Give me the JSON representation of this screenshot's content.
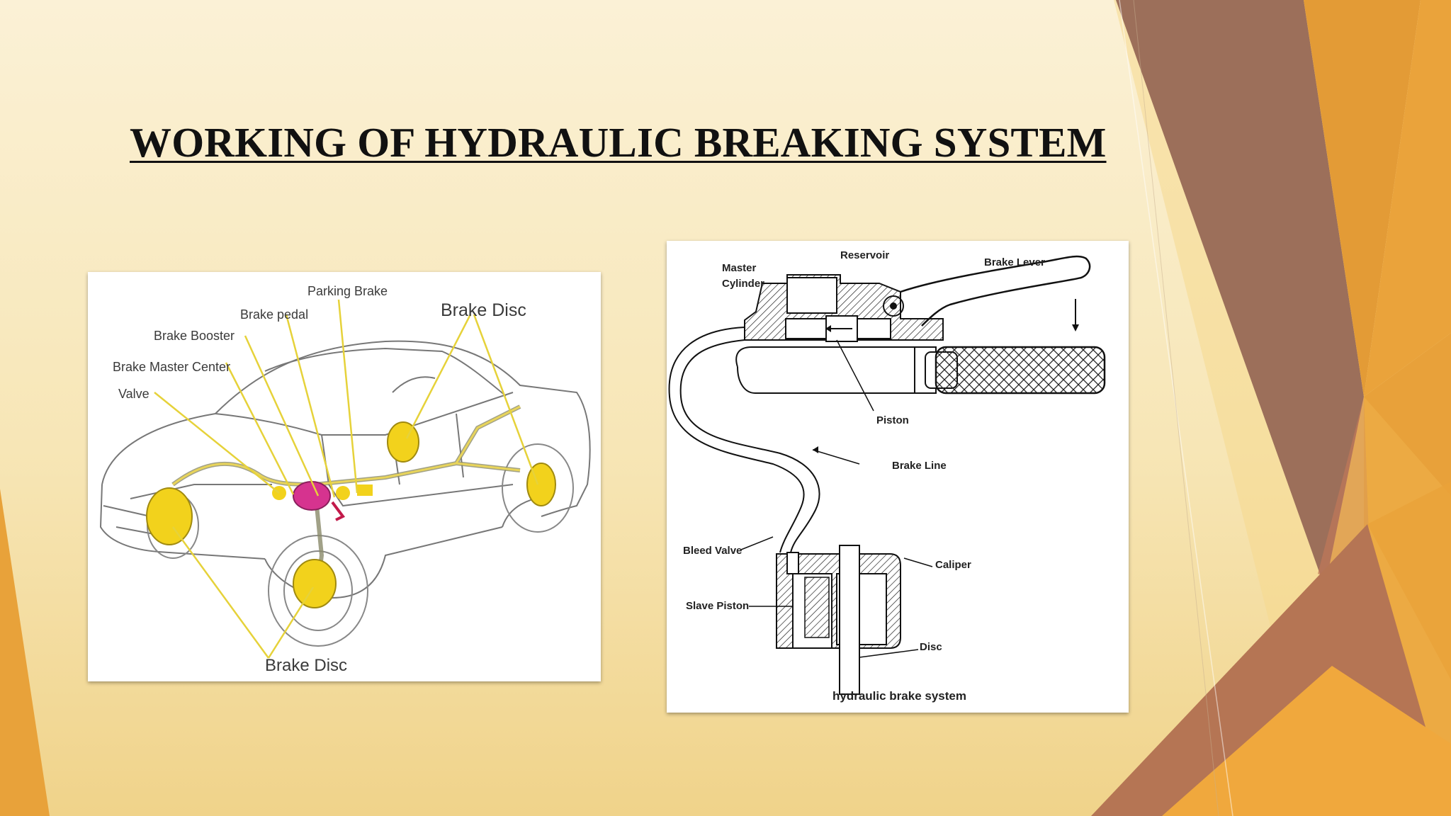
{
  "slide": {
    "title": "WORKING OF HYDRAULIC BREAKING SYSTEM"
  },
  "car_diagram": {
    "labels": {
      "parking_brake": "Parking Brake",
      "brake_pedal": "Brake pedal",
      "brake_booster": "Brake Booster",
      "brake_master_center": "Brake Master Center",
      "valve": "Valve",
      "brake_disc_top": "Brake Disc",
      "brake_disc_bottom": "Brake Disc"
    }
  },
  "brake_diagram": {
    "labels": {
      "master_cylinder_line1": "Master",
      "master_cylinder_line2": "Cylinder",
      "reservoir": "Reservoir",
      "brake_lever": "Brake Lever",
      "piston": "Piston",
      "brake_line": "Brake Line",
      "bleed_valve": "Bleed Valve",
      "caliper": "Caliper",
      "slave_piston": "Slave Piston",
      "disc": "Disc"
    },
    "caption": "hydraulic brake system"
  },
  "colors": {
    "highlight_yellow": "#f2d21c",
    "booster_magenta": "#d6338f",
    "deco_brown": "#9a6f58",
    "deco_orange": "#e9a13a"
  }
}
